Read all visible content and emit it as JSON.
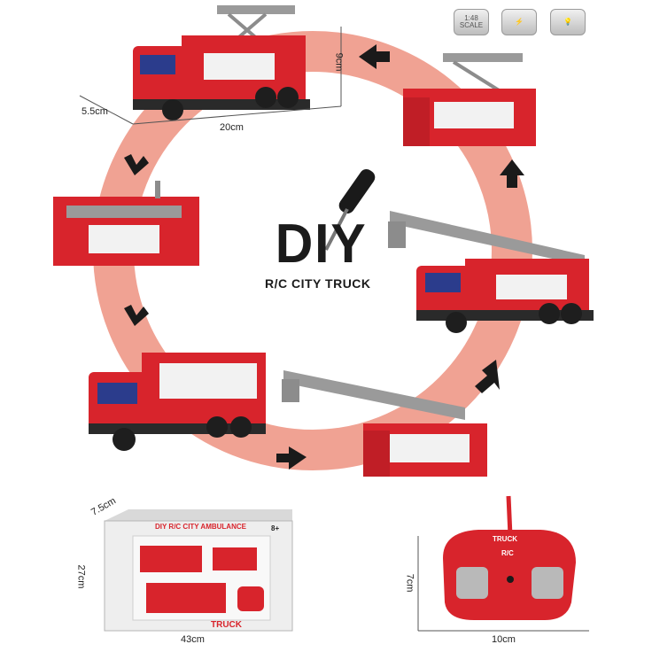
{
  "product": {
    "brand_mark": "DIY",
    "subtitle": "R/C CITY TRUCK"
  },
  "badges": [
    {
      "name": "scale-badge",
      "text": "1:48 SCALE"
    },
    {
      "name": "lightning-badge",
      "text": "⚡"
    },
    {
      "name": "light-badge",
      "text": "💡"
    }
  ],
  "dimensions": {
    "truck_length": "20cm",
    "truck_width": "5.5cm",
    "truck_height": "9cm",
    "box_width": "43cm",
    "box_height": "27cm",
    "box_depth": "7.5cm",
    "remote_width": "10cm",
    "remote_height": "7cm"
  },
  "package": {
    "header": "DIY R/C CITY AMBULANCE",
    "footer": "TRUCK",
    "age": "8+"
  },
  "remote": {
    "label_top": "TRUCK",
    "label_mid": "R/C"
  },
  "colors": {
    "ring": "#f0a293",
    "truck_red": "#d8242c",
    "ladder_grey": "#9a9a9a",
    "arrow": "#1a1a1a"
  }
}
